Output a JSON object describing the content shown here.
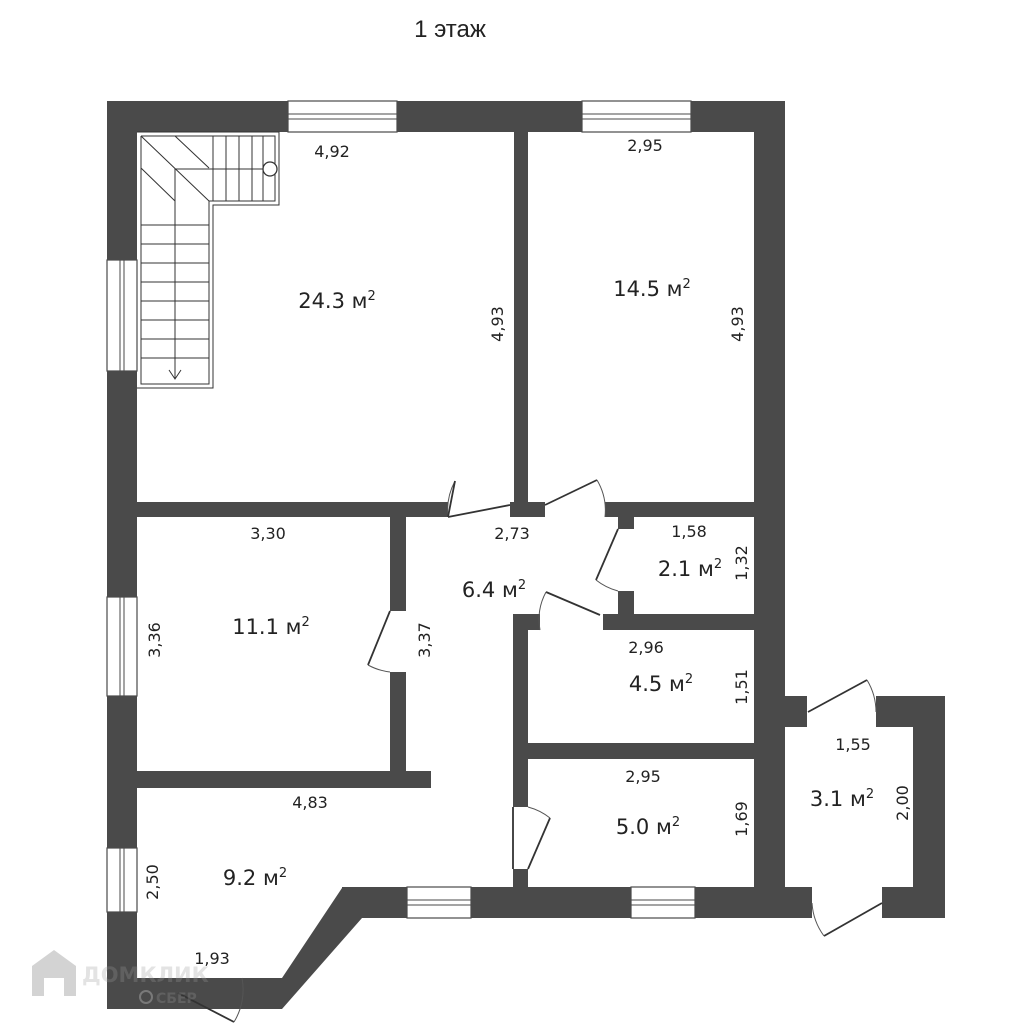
{
  "title": "1 этаж",
  "area_unit": "м",
  "area_unit_sup": "2",
  "rooms": [
    {
      "id": "hall",
      "area": "24.3",
      "dims": [
        "4,92",
        "4,93"
      ]
    },
    {
      "id": "room-ne",
      "area": "14.5",
      "dims": [
        "2,95",
        "4,93"
      ]
    },
    {
      "id": "room-w",
      "area": "11.1",
      "dims": [
        "3,30",
        "3,36"
      ]
    },
    {
      "id": "corridor",
      "area": "6.4",
      "dims": [
        "2,73",
        "3,37"
      ]
    },
    {
      "id": "closet",
      "area": "2.1",
      "dims": [
        "1,58",
        "1,32"
      ]
    },
    {
      "id": "room-e1",
      "area": "4.5",
      "dims": [
        "2,96",
        "1,51"
      ]
    },
    {
      "id": "room-e2",
      "area": "5.0",
      "dims": [
        "2,95",
        "1,69"
      ]
    },
    {
      "id": "vestibule",
      "area": "3.1",
      "dims": [
        "1,55",
        "2,00"
      ]
    },
    {
      "id": "room-sw",
      "area": "9.2",
      "dims": [
        "4,83",
        "2,50",
        "1,93"
      ]
    }
  ],
  "watermark": {
    "brand": "ДОМКЛИК",
    "sub": "СБЕР"
  },
  "colors": {
    "wall": "#4a4a4a",
    "background": "#ffffff"
  }
}
